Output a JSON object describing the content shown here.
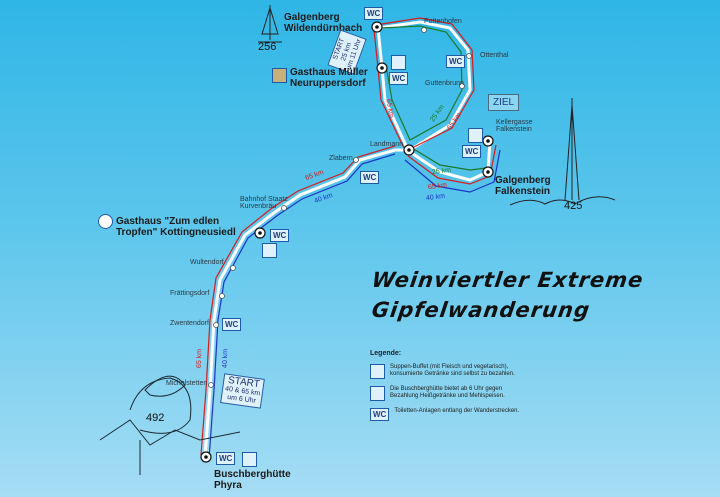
{
  "title": {
    "line1": "Weinviertler Extreme",
    "line2": "Gipfelwanderung"
  },
  "places": {
    "galgenberg_w": "Galgenberg",
    "wildendurnbach": "Wildendürnbach",
    "gasthaus_mueller_1": "Gasthaus Müller",
    "gasthaus_mueller_2": "Neuruppersdorf",
    "pottenhofen": "Pottenhofen",
    "ottenthal": "Ottenthal",
    "guttenbrunn": "Guttenbrunn",
    "kellergasse_1": "Kellergasse",
    "kellergasse_2": "Falkenstein",
    "landmann": "Landmann",
    "zlabern": "Zlabern",
    "galgenberg_f_1": "Galgenberg",
    "galgenberg_f_2": "Falkenstein",
    "bahnhof_1": "Bahnhof Staatz",
    "bahnhof_2": "Kurvenbräu",
    "gasthaus_tropfen_1": "Gasthaus \"Zum edlen",
    "gasthaus_tropfen_2": "Tropfen\" Kottingneusiedl",
    "wultendorf": "Wultendorf",
    "fraettingsdorf": "Frättingsdorf",
    "zwentendorf": "Zwentendorf",
    "michelstetten": "Michelstetten",
    "buschberg_1": "Buschberghütte",
    "buschberg_2": "Phyra"
  },
  "signs": {
    "ziel": "ZIEL",
    "start_top": [
      "START",
      "25 km",
      "um 11 Uhr"
    ],
    "start_bottom": [
      "START",
      "40 & 65 km",
      "um 6 Uhr"
    ],
    "wc": "WC"
  },
  "distances": {
    "km65": "65 km",
    "km40": "40 km",
    "km25": "25 km"
  },
  "elevations": {
    "wildendurnbach": "256",
    "falkenstein": "425",
    "buschberg": "492"
  },
  "legend": {
    "heading": "Legende:",
    "item1": "Suppen-Buffet (mit Fleisch und vegetarisch), konsumierte Getränke sind selbst zu bezahlen.",
    "item2": "Die Buschberghütte bietet ab 6 Uhr gegen Bezahlung Heißgetränke und Mehlspeisen.",
    "item3": "Toiletten-Anlagen entlang der Wanderstrecken."
  },
  "icons": [
    "cutlery-icon",
    "coffee-cup-icon",
    "tower-icon",
    "church-icon",
    "checkpoint-icon"
  ],
  "colors": {
    "route65": "#d81b1b",
    "route40": "#1d34c4",
    "route25": "#1a7a2a",
    "route_base": "#ffffff"
  }
}
